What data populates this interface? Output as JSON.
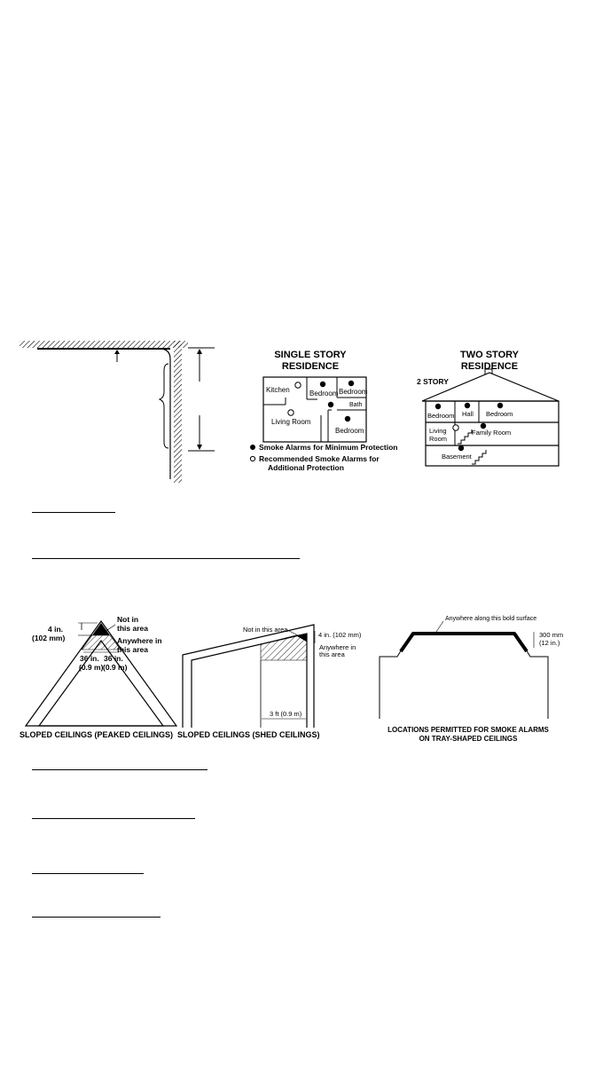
{
  "single_story": {
    "title_line1": "SINGLE STORY",
    "title_line2": "RESIDENCE",
    "rooms": {
      "kitchen": "Kitchen",
      "bedroom_a": "Bedroom",
      "bedroom_b": "Bedroom",
      "bath": "Bath",
      "living_room": "Living Room",
      "bedroom_c": "Bedroom"
    },
    "legend": {
      "filled": "Smoke Alarms for Minimum Protection",
      "open_line1": "Recommended Smoke Alarms for",
      "open_line2": "Additional Protection"
    }
  },
  "two_story": {
    "title_line1": "TWO STORY",
    "title_line2": "RESIDENCE",
    "story_label": "2 STORY",
    "rooms": {
      "bedroom_left": "Bedroom",
      "hall": "Hall",
      "bedroom_right": "Bedroom",
      "living_line1": "Living",
      "living_line2": "Room",
      "family_room": "Family Room",
      "basement": "Basement"
    }
  },
  "peaked": {
    "dim_line1": "4 in.",
    "dim_line2": "(102 mm)",
    "not_line1": "Not in",
    "not_line2": "this area",
    "any_line1": "Anywhere in",
    "any_line2": "this area",
    "left_line1": "36 in.",
    "left_line2": "(0.9 m)",
    "right_line1": "36 in.",
    "right_line2": "(0.9 m)",
    "caption": "SLOPED CEILINGS (PEAKED CEILINGS)"
  },
  "shed": {
    "not_label": "Not in this area",
    "dim": "4 in. (102 mm)",
    "any_line1": "Anywhere in",
    "any_line2": "this area",
    "width": "3 ft (0.9 m)",
    "caption": "SLOPED CEILINGS (SHED CEILINGS)"
  },
  "tray": {
    "surface_label": "Anywhere along this bold surface",
    "dim_line1": "300 mm",
    "dim_line2": "(12 in.)",
    "caption_line1": "LOCATIONS PERMITTED FOR SMOKE ALARMS",
    "caption_line2": "ON TRAY-SHAPED CEILINGS"
  }
}
